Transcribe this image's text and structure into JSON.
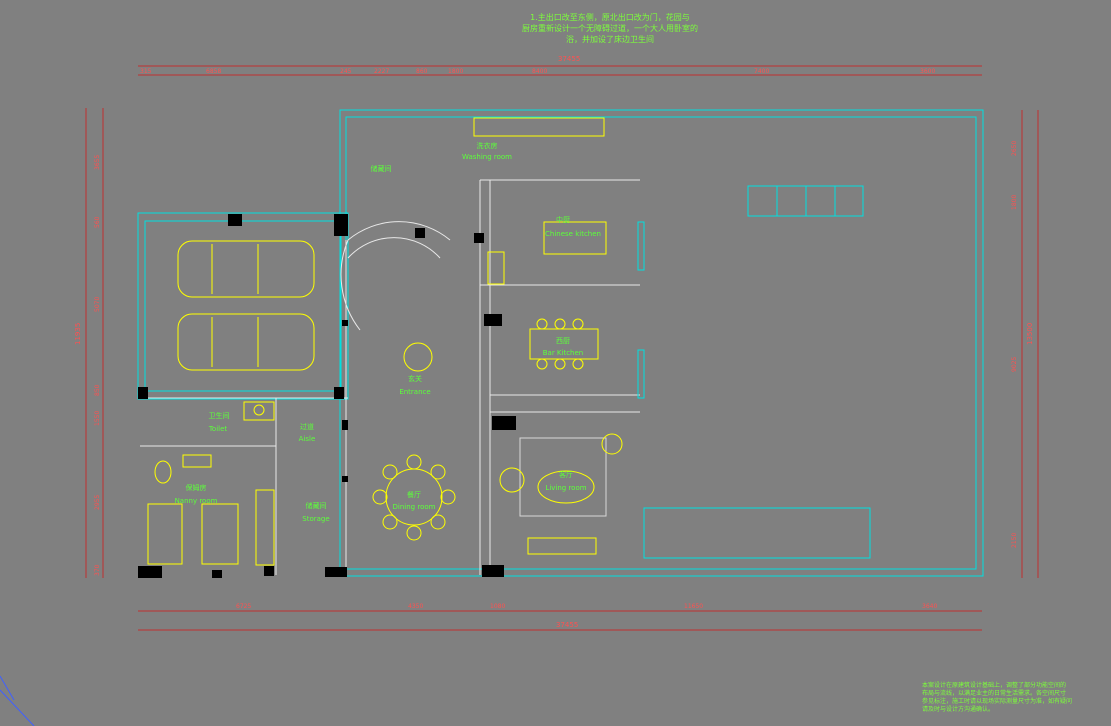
{
  "notes": {
    "top": [
      "1.主出口改至东侧，原北出口改为门，花园与",
      "厨房重新设计一个无障碍过道，一个大人用卧室的",
      "浴，并加设了床边卫生间"
    ],
    "bottom_right": [
      "本案设计在原建筑设计基础上，调整了部分功能空间的",
      "布局与流线，以满足业主的日常生活需求。各空间尺寸",
      "参见标注，施工时请以现场实际测量尺寸为准，如有疑问",
      "请及时与设计方沟通确认。"
    ]
  },
  "dimensions": {
    "top_total": "37455",
    "top_segments": [
      "315",
      "6858",
      "245",
      "2227",
      "860",
      "1800",
      "8400",
      "7400",
      "3600"
    ],
    "bottom_total": "37455",
    "bottom_segments": [
      "6725",
      "4350",
      "1080",
      "11650",
      "3640"
    ],
    "left_total": "11935",
    "left_segments": [
      "3655",
      "560",
      "5070",
      "850",
      "1550",
      "2955",
      "370"
    ],
    "right_total": "13500",
    "right_segments": [
      "2650",
      "1800",
      "9025",
      "2150"
    ]
  },
  "rooms": {
    "laundry": {
      "cn": "洗衣房",
      "en": "Washing room"
    },
    "storage_top": {
      "cn": "储藏间",
      "en": ""
    },
    "kitchen": {
      "cn": "中厨",
      "en": "Chinese kitchen"
    },
    "western_dining": {
      "cn": "西厨",
      "en": "Bar Kitchen"
    },
    "foyer": {
      "cn": "玄关",
      "en": "Entrance"
    },
    "toilet": {
      "cn": "卫生间",
      "en": "Toilet"
    },
    "aisle": {
      "cn": "过道",
      "en": "Aisle"
    },
    "dining": {
      "cn": "餐厅",
      "en": "Dining room"
    },
    "living": {
      "cn": "客厅",
      "en": "Living room"
    },
    "nanny": {
      "cn": "保姆房",
      "en": "Nanny room"
    },
    "storage": {
      "cn": "储藏间",
      "en": "Storage"
    }
  }
}
